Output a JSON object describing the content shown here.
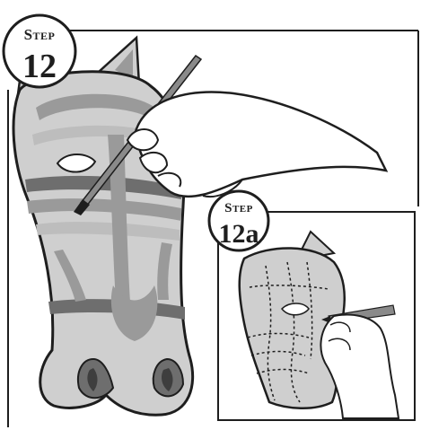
{
  "step_main": {
    "word": "Step",
    "number": "12"
  },
  "step_inset": {
    "word": "Step",
    "number": "12a"
  },
  "colors": {
    "background": "#ffffff",
    "outline": "#1e1e1e",
    "mask_base": "#cfcfcf",
    "stripe_dark": "#6e6e6e",
    "stripe_mid": "#9a9a9a",
    "stripe_light": "#bdbdbd"
  }
}
